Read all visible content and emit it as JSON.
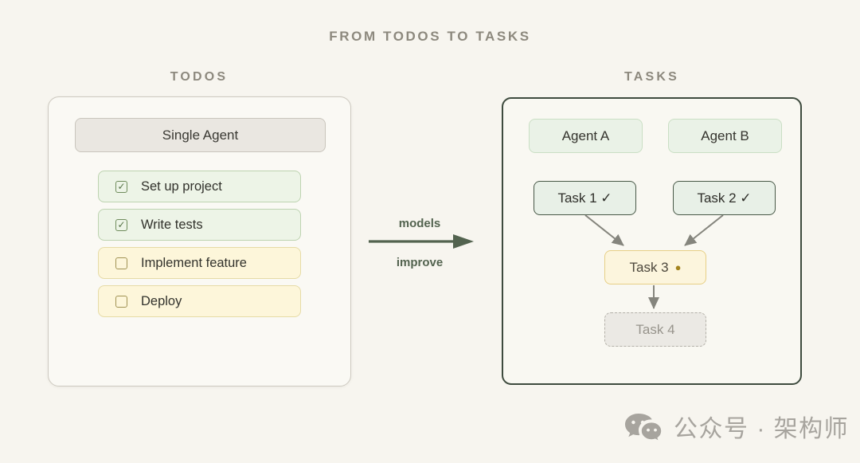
{
  "title": "FROM TODOS TO TASKS",
  "colors": {
    "background": "#f7f5ef",
    "heading_gray": "#8d897e",
    "accent_green_dark": "#53634f",
    "done_fill": "#edf4e7",
    "done_border": "#bdd3b0",
    "pending_fill": "#fdf6da",
    "pending_border": "#e6dba6",
    "right_panel_border": "#3e4b3e",
    "active_task_fill": "#fcf5dd",
    "active_task_border": "#e7cf86",
    "active_task_dot": "#a3831d",
    "arrow_gray": "#85857d",
    "watermark_gray": "#a7a49e"
  },
  "icons": {
    "check_glyph": "✓",
    "dot_glyph": "●",
    "wechat": "wechat-icon"
  },
  "todos_panel": {
    "label": "TODOS",
    "agent_box": "Single Agent",
    "items": [
      {
        "label": "Set up project",
        "checked": true
      },
      {
        "label": "Write tests",
        "checked": true
      },
      {
        "label": "Implement feature",
        "checked": false
      },
      {
        "label": "Deploy",
        "checked": false
      }
    ]
  },
  "transition": {
    "label_top": "models",
    "label_bottom": "improve"
  },
  "tasks_panel": {
    "label": "TASKS",
    "agents": [
      {
        "label": "Agent A"
      },
      {
        "label": "Agent B"
      }
    ],
    "tasks": [
      {
        "label": "Task 1 ✓",
        "status": "done"
      },
      {
        "label": "Task 2 ✓",
        "status": "done"
      },
      {
        "label": "Task 3",
        "marker": "●",
        "status": "active"
      },
      {
        "label": "Task 4",
        "status": "pending"
      }
    ]
  },
  "watermark": {
    "text": "公众号 · 架构师"
  }
}
